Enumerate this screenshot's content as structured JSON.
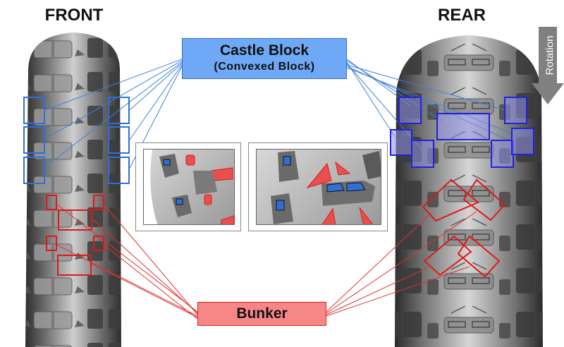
{
  "titles": {
    "front": "FRONT",
    "rear": "REAR"
  },
  "callouts": {
    "castle_block": {
      "title": "Castle Block",
      "subtitle": "(Convexed  Block)",
      "fill_color": "#6fa8f5",
      "border_color": "#2f6fd6"
    },
    "bunker": {
      "title": "Bunker",
      "fill_color": "#f78787",
      "border_color": "#e02020"
    }
  },
  "rotation": {
    "label": "Rotation",
    "direction": "down",
    "color": "#808080"
  },
  "insets": [
    {
      "name": "front-detail",
      "shows": [
        "castle-block",
        "bunker"
      ]
    },
    {
      "name": "rear-detail",
      "shows": [
        "castle-block",
        "bunker"
      ]
    }
  ],
  "colors": {
    "castle_highlight": "#2f6fd6",
    "bunker_highlight": "#e02020",
    "tire_dark": "#3a3a3a",
    "tire_light": "#c8c8c8"
  }
}
